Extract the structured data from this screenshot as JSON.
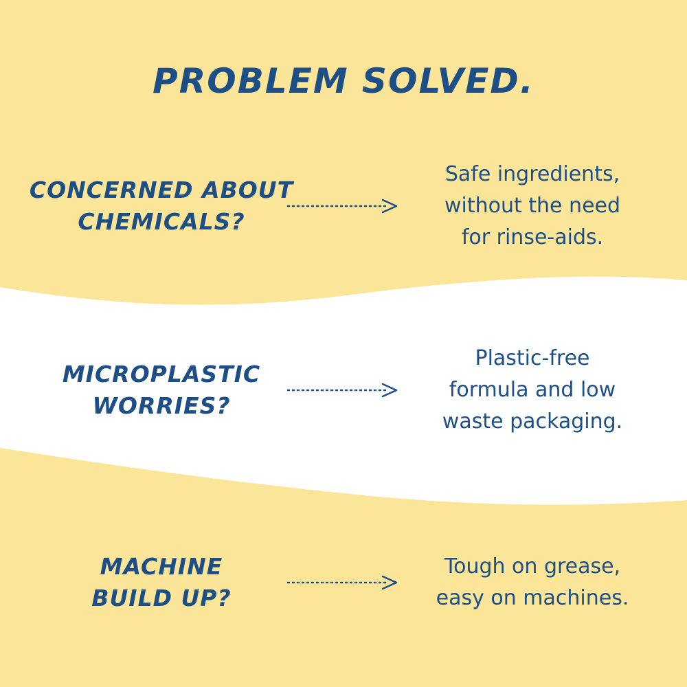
{
  "colors": {
    "background_yellow": "#fbe598",
    "band_white": "#ffffff",
    "text_blue": "#1d4f86"
  },
  "title": "PROBLEM SOLVED.",
  "rows": [
    {
      "question_lines": [
        "CONCERNED ABOUT",
        "CHEMICALS?"
      ],
      "arrow_icon": "dotted-right-arrow",
      "answer_lines": [
        "Safe ingredients,",
        "without the need",
        "for rinse-aids."
      ]
    },
    {
      "question_lines": [
        "MICROPLASTIC",
        "WORRIES?"
      ],
      "arrow_icon": "dotted-right-arrow",
      "answer_lines": [
        "Plastic-free",
        "formula and low",
        "waste packaging."
      ]
    },
    {
      "question_lines": [
        "MACHINE",
        "BUILD UP?"
      ],
      "arrow_icon": "dotted-right-arrow",
      "answer_lines": [
        "Tough on grease,",
        "easy on machines."
      ]
    }
  ]
}
